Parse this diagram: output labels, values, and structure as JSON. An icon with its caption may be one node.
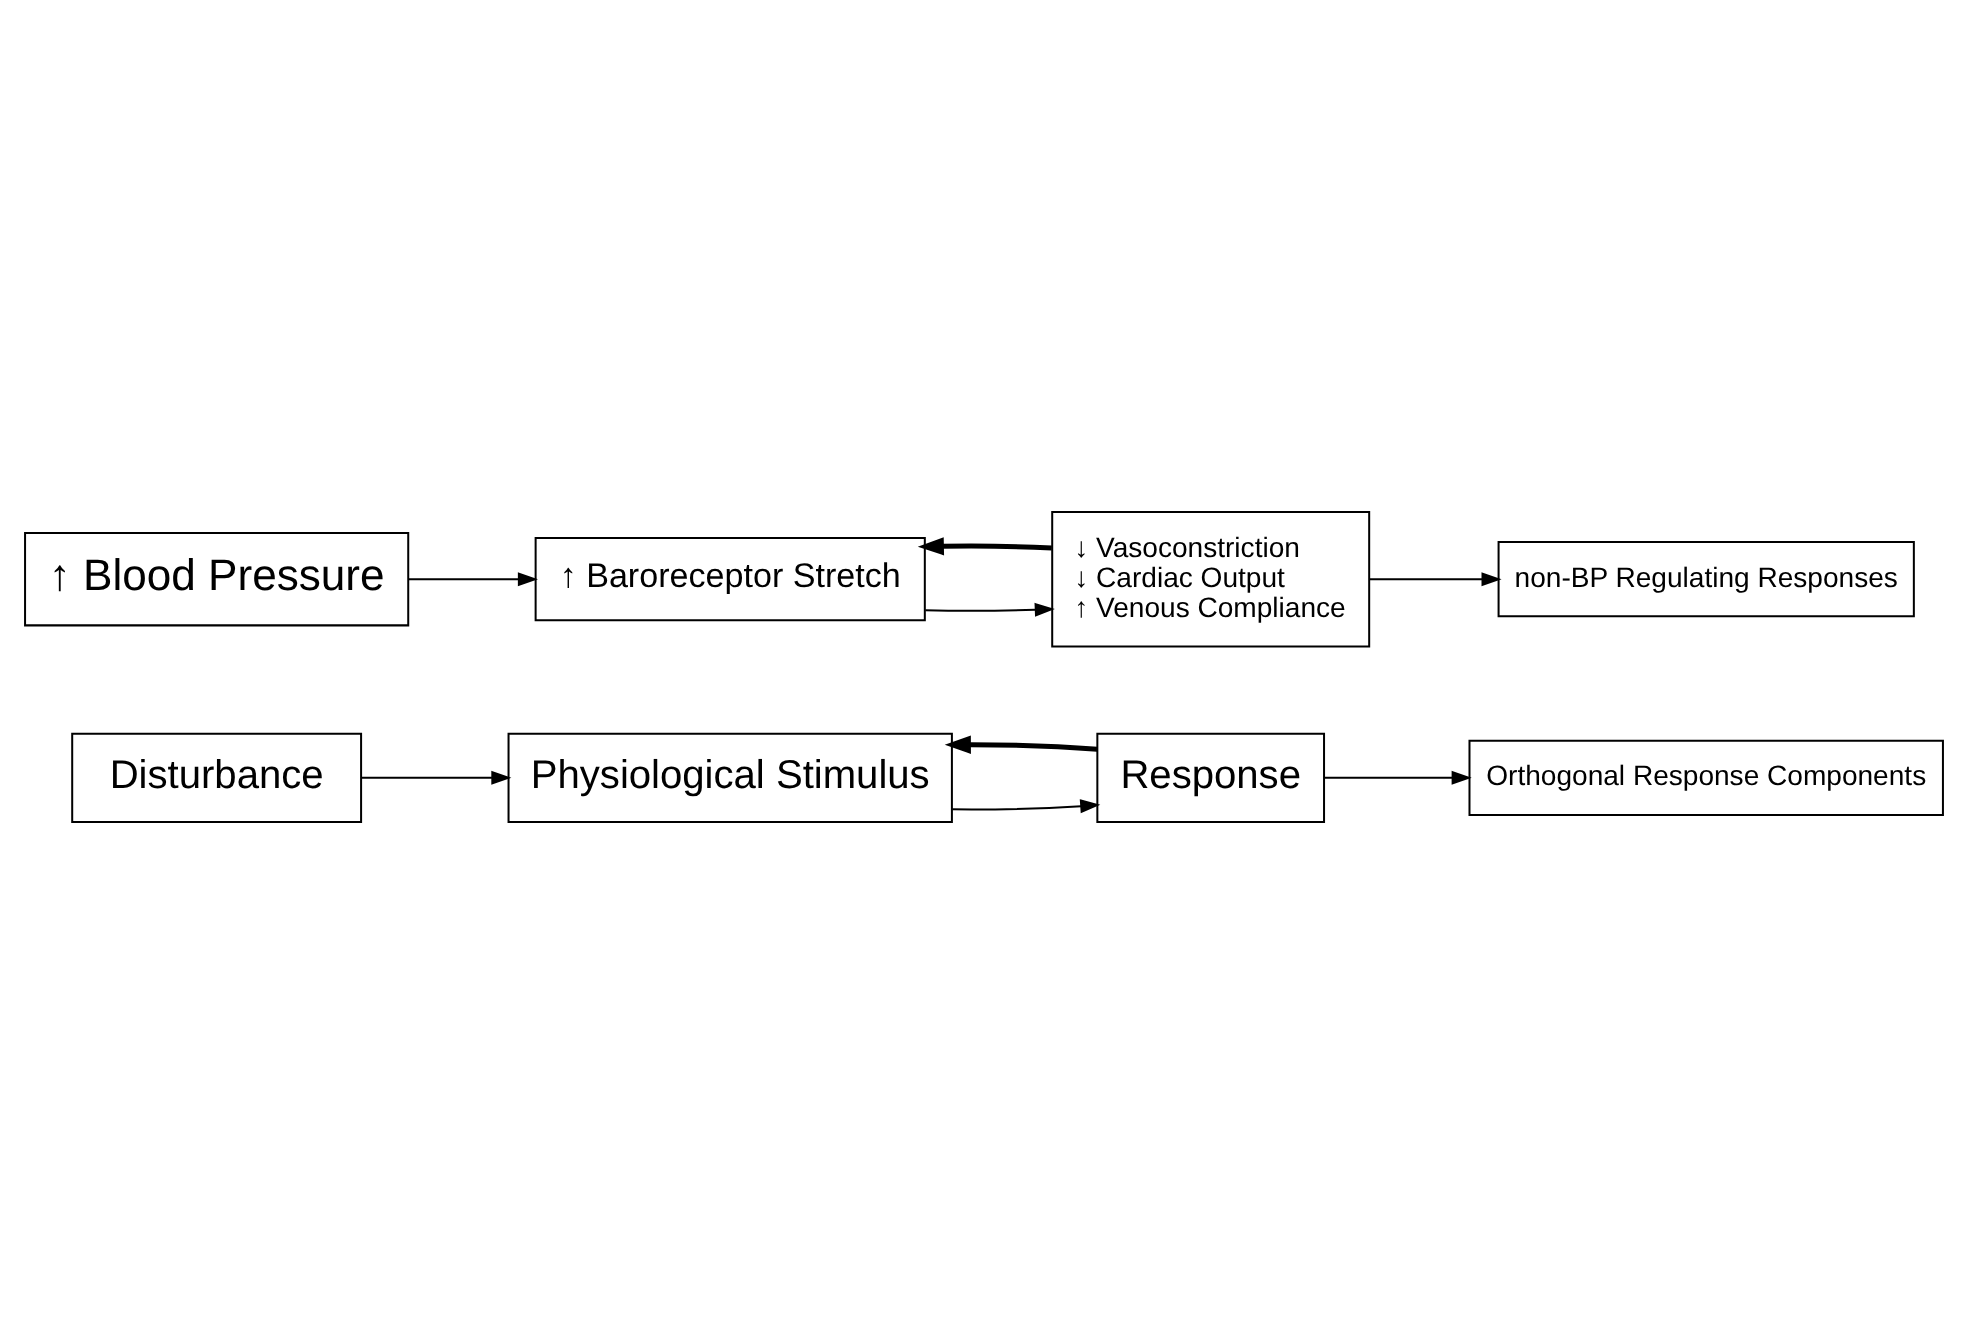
{
  "diagram": {
    "nodes": [
      {
        "text": [
          "Disturbance"
        ]
      },
      {
        "text": [
          "Physiological Stimulus"
        ]
      },
      {
        "text": [
          "Response"
        ]
      },
      {
        "text": [
          "Orthogonal Response Components"
        ]
      },
      {
        "text": [
          "↑ Blood Pressure"
        ]
      },
      {
        "text": [
          "↑ Baroreceptor Stretch"
        ]
      },
      {
        "text": [
          "↓ Vasoconstriction",
          "↓ Cardiac Output",
          "↑ Venous Compliance"
        ]
      },
      {
        "text": [
          "non-BP Regulating Responses"
        ]
      }
    ],
    "edges": [
      {
        "from": 0,
        "to": 1,
        "arrow": "to"
      },
      {
        "from": 1,
        "to": 2,
        "arrow": "to"
      },
      {
        "from": 2,
        "to": 1,
        "arrow": "to",
        "style": "thick"
      },
      {
        "from": 2,
        "to": 3,
        "arrow": "to"
      },
      {
        "from": 4,
        "to": 5,
        "arrow": "to"
      },
      {
        "from": 5,
        "to": 6,
        "arrow": "to"
      },
      {
        "from": 6,
        "to": 5,
        "arrow": "to",
        "style": "thick"
      },
      {
        "from": 6,
        "to": 7,
        "arrow": "to"
      }
    ]
  }
}
